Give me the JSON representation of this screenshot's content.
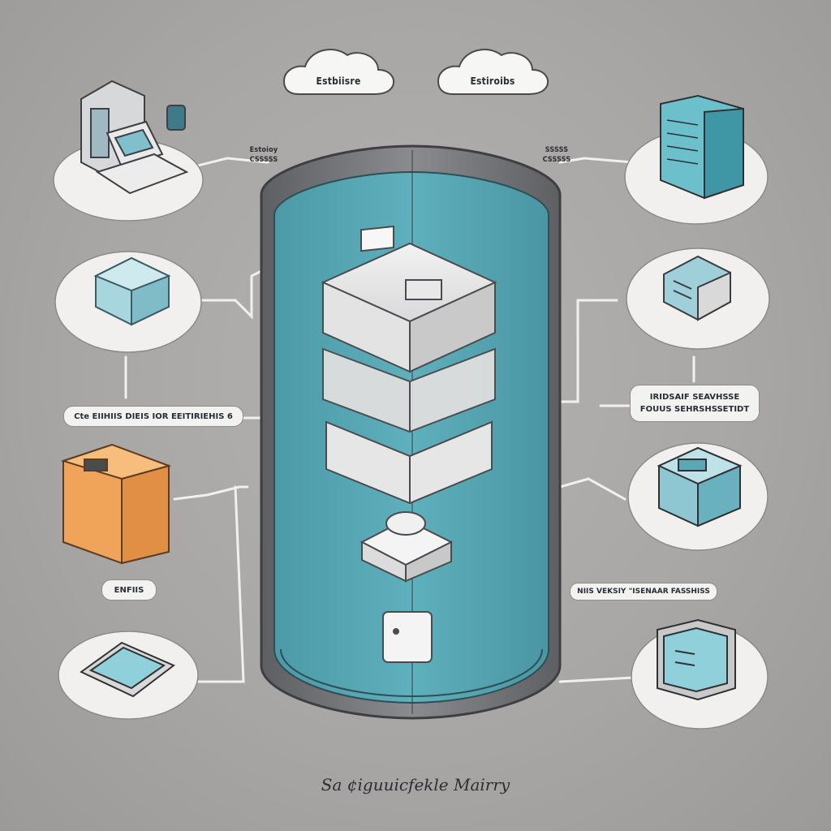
{
  "footer": {
    "title": "Sa ¢iguuicfekle Mairry"
  },
  "clouds": {
    "left": "Estbiisre",
    "right": "Estiroibs"
  },
  "labels": {
    "top_left_tag_line1": "Estoioy",
    "top_left_tag_line2": "CSSSSS",
    "top_right_tag_line1": "SSSSS",
    "top_right_tag_line2": "CSSSSS",
    "left_bar": "Cte EIIHIIS DIEIS IOR EEITIRIEHIS  6",
    "right_box_line1": "IRIDSAIF SEAVHSSE",
    "right_box_line2": "FOUUS SEHRSHSSETIDT",
    "left_small": "ENFIIS",
    "right_bar_lower": "NIIS    VEKSIY  \"ISENAAR  FASSHISS"
  },
  "colors": {
    "background": "#a9a7a5",
    "tank_fill": "#58a8b4",
    "tank_rim": "#6f7073",
    "node_cloud": "#f1f0ee",
    "accent_orange": "#f0a45a",
    "accent_cyan": "#8fd0da"
  },
  "nodes": [
    {
      "id": "desktop-computer-icon"
    },
    {
      "id": "server-rack-icon"
    },
    {
      "id": "storage-block-icon"
    },
    {
      "id": "router-hardware-icon"
    },
    {
      "id": "archive-box-icon"
    },
    {
      "id": "storage-cube-icon"
    },
    {
      "id": "tablet-icon"
    },
    {
      "id": "monitor-icon"
    }
  ]
}
